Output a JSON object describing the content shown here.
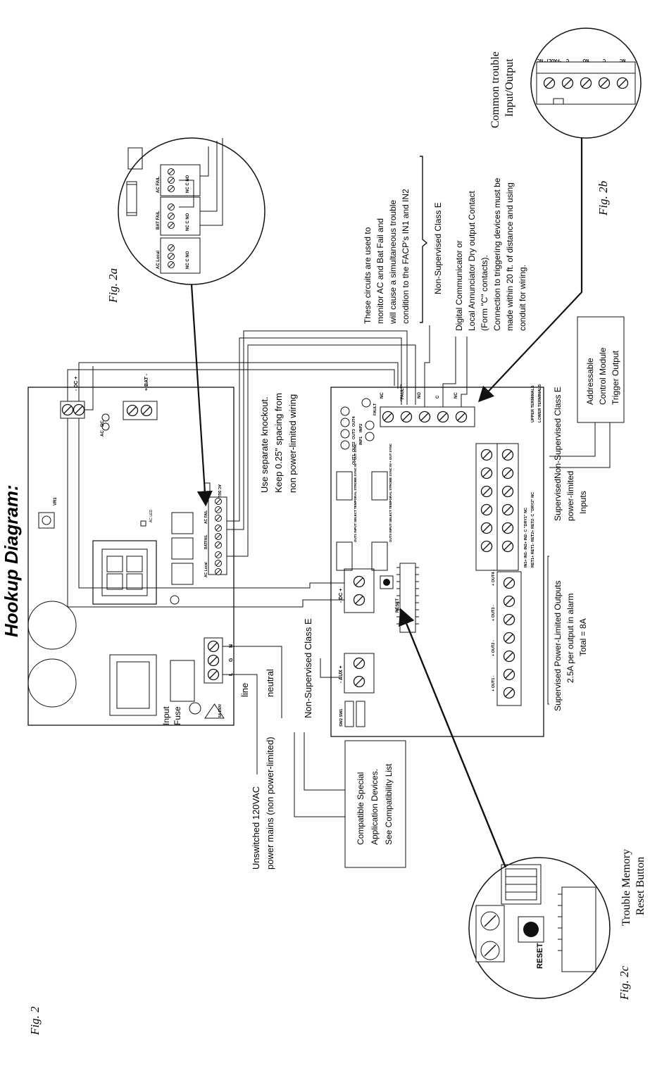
{
  "fig_label": "Fig. 2",
  "title": "Hookup Diagram:",
  "fig2a": {
    "caption": "Fig. 2a",
    "labels": [
      "AC Local",
      "BAT FAIL",
      "AC FAIL"
    ],
    "terms": "NC C NO"
  },
  "fig2b": {
    "caption": "Fig. 2b",
    "heading_1": "Common trouble",
    "heading_2": "Input/Output",
    "terms": [
      "NC",
      "C",
      "NO",
      "C",
      "\"FAULT\" NC"
    ]
  },
  "fig2c": {
    "caption": "Fig. 2c",
    "heading_1": "Trouble Memory",
    "heading_2": "Reset Button",
    "reset": "RESET"
  },
  "main_board": {
    "dc": "- DC +",
    "bat": "+ BAT -",
    "ac": "AC",
    "dc_small": "DC",
    "vr1": "VR1",
    "ac_led": "AC LED",
    "ac_delay": "AC DELAY",
    "term_labels": [
      "AC Local",
      "BATFAIL",
      "AC FAIL"
    ],
    "nc_c_no": "NC C NO",
    "lgn": [
      "L",
      "G",
      "N"
    ],
    "fuse_rating": "5A 250V",
    "input_fuse_1": "Input",
    "input_fuse_2": "Fuse"
  },
  "mains": {
    "line": "line",
    "neutral": "neutral",
    "label_1": "Unswitched 120VAC",
    "label_2": "power mains (non power-limited)"
  },
  "knockout": {
    "l1": "Use separate knockout.",
    "l2": "Keep 0.25\" spacing from",
    "l3": "non power-limited wiring"
  },
  "nonsup_left": "Non-Supervised Class E",
  "compat": {
    "l1": "Compatible Special",
    "l2": "Application Devices.",
    "l3": "See Compatibility List"
  },
  "module": {
    "dc": "- DC +",
    "aux": "- AUX +",
    "reset": "RESET",
    "sw": "SW2 SW1",
    "on": "ON",
    "out_labels": [
      "+ OUT1 -",
      "+ OUT2 -",
      "+ OUT3 -",
      "+ OUT4 -"
    ],
    "led_labels": [
      "OUT1",
      "OUT2",
      "OUT3",
      "OUT4",
      "INP1",
      "INP2",
      "FAULT"
    ],
    "dip_1": "OUT1 INPUT SELECT TEMPORAL STROBE SYNC IN + OUT SYNC",
    "dip_2": "OUT3 INPUT SELECT TEMPORAL STROBE SYNC IN + OUT SYNC",
    "in_upper": "IN1+  IN1-  IN2+  IN2-  C \"DRY1\" NC",
    "in_lower": "RET1+ RET1- RET2+ RET2- C \"DRY2\" NC",
    "upper_terminals": "UPPER TERMINALS",
    "lower_terminals": "LOWER TERMINALS",
    "right_terms": [
      "NC",
      "\"FAULT\"",
      "NO",
      "C",
      "C",
      "NC"
    ]
  },
  "supervised_outputs": {
    "l1": "Supervised Power-Limited Outputs",
    "l2": "2.5A per output in alarm",
    "l3": "Total = 8A"
  },
  "supervised_inputs": {
    "l1": "Supervised",
    "l2": "power-limited",
    "l3": "Inputs"
  },
  "nonsup_right": "Non-Supervised Class E",
  "addressable": {
    "l1": "Addressable",
    "l2": "Control Module",
    "l3": "Trigger Output"
  },
  "circuits_note": {
    "l1": "These circuits are used to",
    "l2": "monitor AC and Bat Fail and",
    "l3": "will cause a simultaneous trouble",
    "l4": "condition to the FACP's IN1 and IN2"
  },
  "nonsup_top": "Non-Supervised Class E",
  "digital_note": {
    "l1": "Digital Communicator or",
    "l2": "Local Annunciator Dry output Contact",
    "l3": "(Form \"C\" contacts).",
    "l4": "Connection to triggering devices must be",
    "l5": "made within 20 ft. of distance and using",
    "l6": "conduit for wiring."
  }
}
